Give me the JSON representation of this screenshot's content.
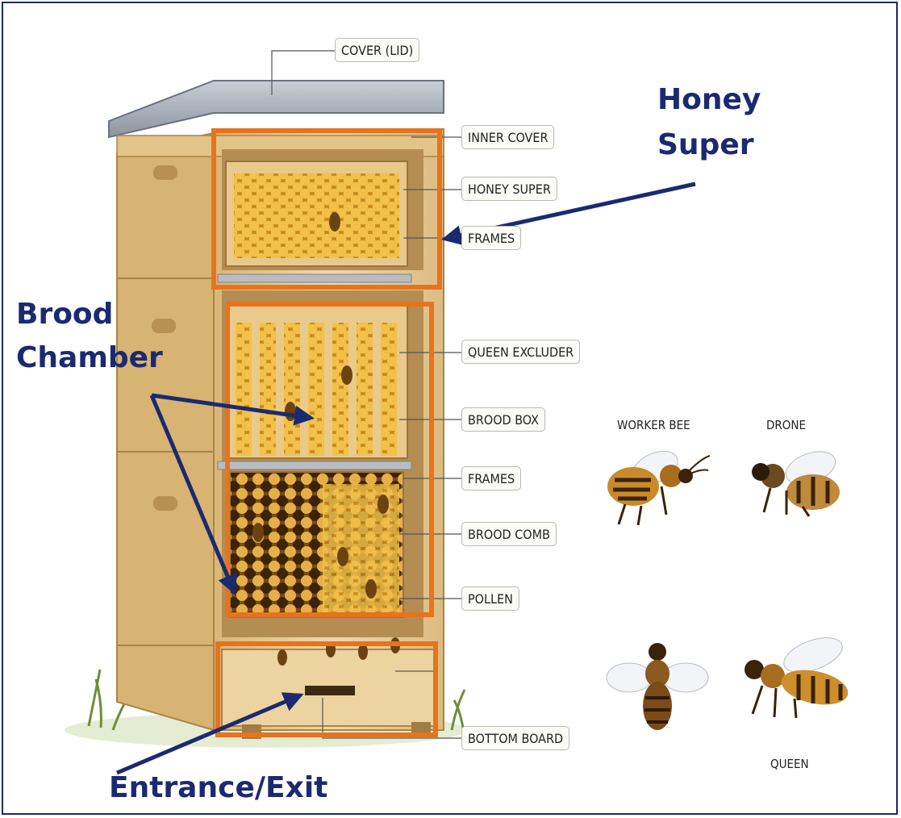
{
  "parts": {
    "cover": "COVER (LID)",
    "inner_cover": "INNER COVER",
    "honey_super": "HONEY SUPER",
    "frames_top": "FRAMES",
    "queen_excluder": "QUEEN EXCLUDER",
    "brood_box": "BROOD BOX",
    "frames_mid": "FRAMES",
    "brood_comb": "BROOD COMB",
    "pollen": "POLLEN",
    "bottom_board": "BOTTOM BOARD"
  },
  "sections": {
    "honey_super_line1": "Honey",
    "honey_super_line2": "Super",
    "brood_chamber_line1": "Brood",
    "brood_chamber_line2": "Chamber",
    "entrance": "Entrance/Exit"
  },
  "bees": {
    "worker": "WORKER BEE",
    "drone": "DRONE",
    "queen": "QUEEN"
  },
  "colors": {
    "highlight": "#e8731f",
    "annotation": "#1b2a70",
    "wood": "#e9cf9a",
    "honey": "#e2a52a"
  }
}
